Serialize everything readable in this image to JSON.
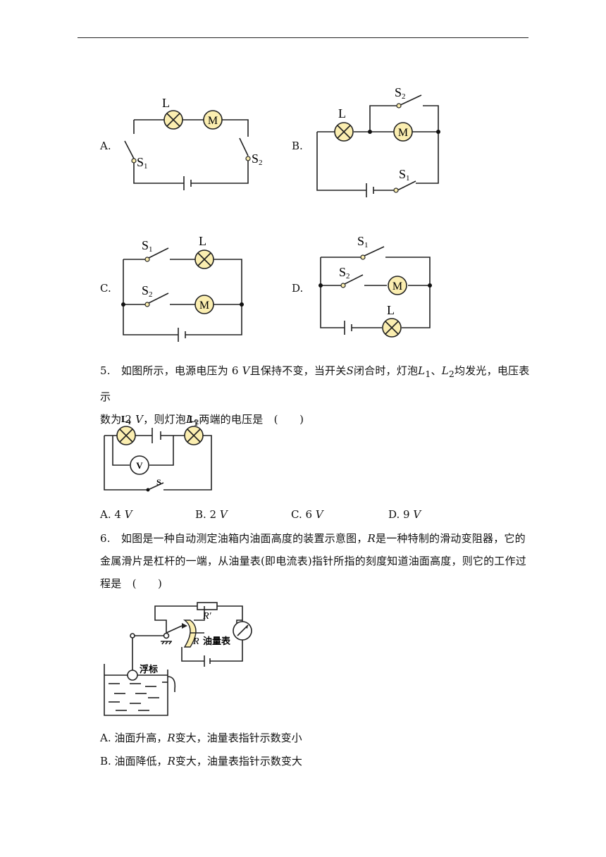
{
  "options_q4": {
    "a": {
      "label": "A.",
      "lamp": "L",
      "motor": "M",
      "s1": "S",
      "s1_sub": "1",
      "s2": "S",
      "s2_sub": "2"
    },
    "b": {
      "label": "B.",
      "lamp": "L",
      "motor": "M",
      "s1": "S",
      "s1_sub": "1",
      "s2": "S",
      "s2_sub": "2"
    },
    "c": {
      "label": "C.",
      "lamp": "L",
      "motor": "M",
      "s1": "S",
      "s1_sub": "1",
      "s2": "S",
      "s2_sub": "2"
    },
    "d": {
      "label": "D.",
      "lamp": "L",
      "motor": "M",
      "s1": "S",
      "s1_sub": "1",
      "s2": "S",
      "s2_sub": "2"
    }
  },
  "q5": {
    "number": "5.",
    "line1_a": "如图所示，电源电压为 6 ",
    "unit_v": "V",
    "line1_b": "且保持不变，当开关",
    "switch_s": "S",
    "line1_c": "闭合时，灯泡",
    "lamp_l": "L",
    "sub1": "1",
    "sep": "、",
    "sub2": "2",
    "line1_d": "均发光，电压表示",
    "line2_a": "数为 2 ",
    "line2_b": "，则灯泡",
    "line2_c": "两端的电压是　(　　)",
    "circuit": {
      "l1": "L",
      "l1_sub": "1",
      "l2": "L",
      "l2_sub": "2",
      "voltmeter": "V",
      "switch": "S"
    },
    "answers": [
      "A. 4 ",
      "B. 2 ",
      "C. 6 ",
      "D. 9 "
    ]
  },
  "q6": {
    "number": "6.",
    "line1_a": "如图是一种自动测定油箱内油面高度的装置示意图，",
    "r": "R",
    "line1_b": "是一种特制的滑动变阻器，它的",
    "line2": "金属滑片是杠杆的一端，从油量表(即电流表)指针所指的刻度知道油面高度，则它的工作过",
    "line3": "程是　(　　)",
    "diagram": {
      "r_prime": "R′",
      "r": "R",
      "meter": "油量表",
      "float": "浮标"
    },
    "option_a": {
      "prefix": "A.  油面升高，",
      "suffix": "变大，油量表指针示数变小"
    },
    "option_b": {
      "prefix": "B.  油面降低，",
      "suffix": "变大，油量表指针示数变大"
    }
  }
}
